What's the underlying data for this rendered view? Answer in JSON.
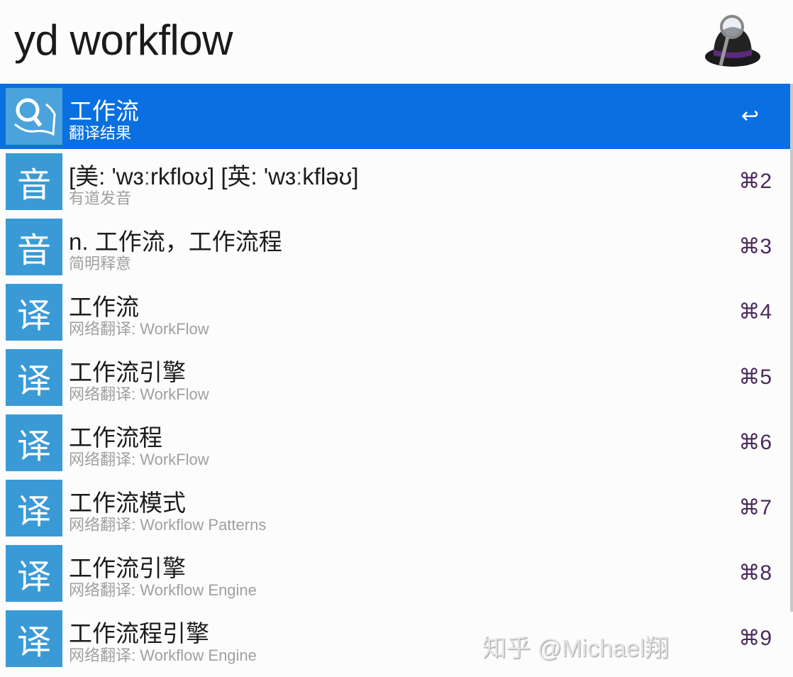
{
  "search": {
    "query": "yd workflow"
  },
  "results": [
    {
      "icon": "dictionary-search-icon",
      "title": "工作流",
      "subtitle": "翻译结果",
      "shortcut": "↩",
      "selected": true
    },
    {
      "icon": "音",
      "title": "[美: 'wɜːrkfloʊ] [英: 'wɜːkfləʊ]",
      "subtitle": "有道发音",
      "shortcut": "⌘2"
    },
    {
      "icon": "音",
      "title": "n. 工作流，工作流程",
      "subtitle": "简明释意",
      "shortcut": "⌘3"
    },
    {
      "icon": "译",
      "title": "工作流",
      "subtitle": "网络翻译: WorkFlow",
      "shortcut": "⌘4"
    },
    {
      "icon": "译",
      "title": "工作流引擎",
      "subtitle": "网络翻译: WorkFlow",
      "shortcut": "⌘5"
    },
    {
      "icon": "译",
      "title": "工作流程",
      "subtitle": "网络翻译: WorkFlow",
      "shortcut": "⌘6"
    },
    {
      "icon": "译",
      "title": "工作流模式",
      "subtitle": "网络翻译: Workflow Patterns",
      "shortcut": "⌘7"
    },
    {
      "icon": "译",
      "title": "工作流引擎",
      "subtitle": "网络翻译: Workflow Engine",
      "shortcut": "⌘8"
    },
    {
      "icon": "译",
      "title": "工作流程引擎",
      "subtitle": "网络翻译: Workflow Engine",
      "shortcut": "⌘9"
    }
  ],
  "watermark": "知乎 @Michael翔",
  "colors": {
    "selection": "#0a6fe0",
    "icon_bg": "#3a9ad6"
  }
}
